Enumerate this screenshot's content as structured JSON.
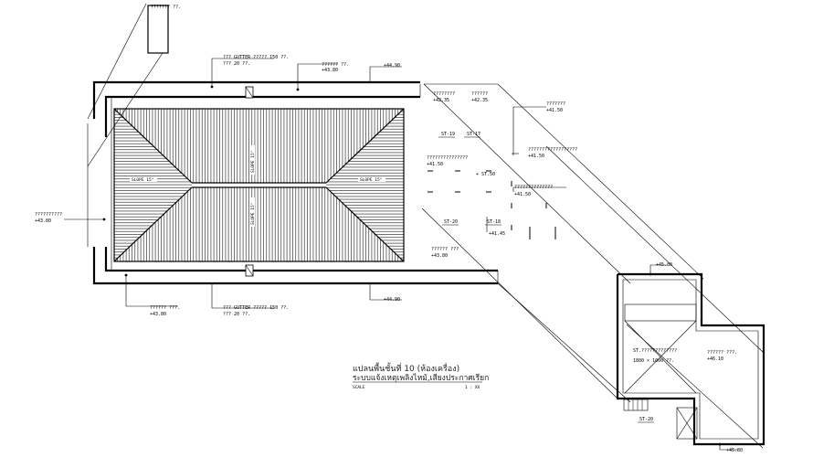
{
  "labels": {
    "top_note": "??????? ??.",
    "gutter_top_1": "??? GUTTER ????? 150 ??.",
    "gutter_top_2": "??? 20 ??.",
    "level_top_1": "?????? ??.",
    "level_top_1b": "+43.80",
    "level_top_2": "+44.90",
    "left_note": "??????????",
    "left_level": "+43.80",
    "bottom_note": "?????? ???.",
    "bottom_level": "+43.80",
    "gutter_bot_1": "??? GUTTER ????? 150 ??.",
    "gutter_bot_2": "??? 20 ??.",
    "level_bot": "+44.90",
    "slope_top": "SLOPE 15°",
    "slope_bottom": "SLOPE 15°",
    "slope_left": "SLOPE 15°",
    "slope_right": "SLOPE 15°",
    "mid_1": "????????",
    "mid_1b": "+42.35",
    "mid_2": "??????",
    "mid_2b": "+42.35",
    "mid_3": "???????",
    "mid_3b": "+41.50",
    "st19": "ST-19",
    "st17": "ST-17",
    "mid_4": "??????????????????",
    "mid_4b": "+41.50",
    "mid_5": "???????????????",
    "mid_5b": "+41.50",
    "mid_6": "+ ST.50",
    "mid_7": "??????????????",
    "mid_7b": "+41.50",
    "st20": "ST-20",
    "st18": "ST-18",
    "mid_8": "+41.45",
    "mid_9": "?????? ???",
    "mid_9b": "+43.80",
    "room_level_top": "+45.80",
    "room_note": "ST.?????????????",
    "room_size": "1800 × 1000 ??.",
    "side_note": "?????? ???.",
    "side_level": "+46.10",
    "st_bottom": "ST-20",
    "room_level_bot": "+45.80",
    "title_line1": "แปลนพื้นชั้นที่ 10 (ห้องเครื่อง)",
    "title_line2": "ระบบแจ้งเหตุเพลิงไหม้,เสียงประกาศเรียก",
    "scale_label": "SCALE",
    "scale_value": "1 : XX"
  }
}
